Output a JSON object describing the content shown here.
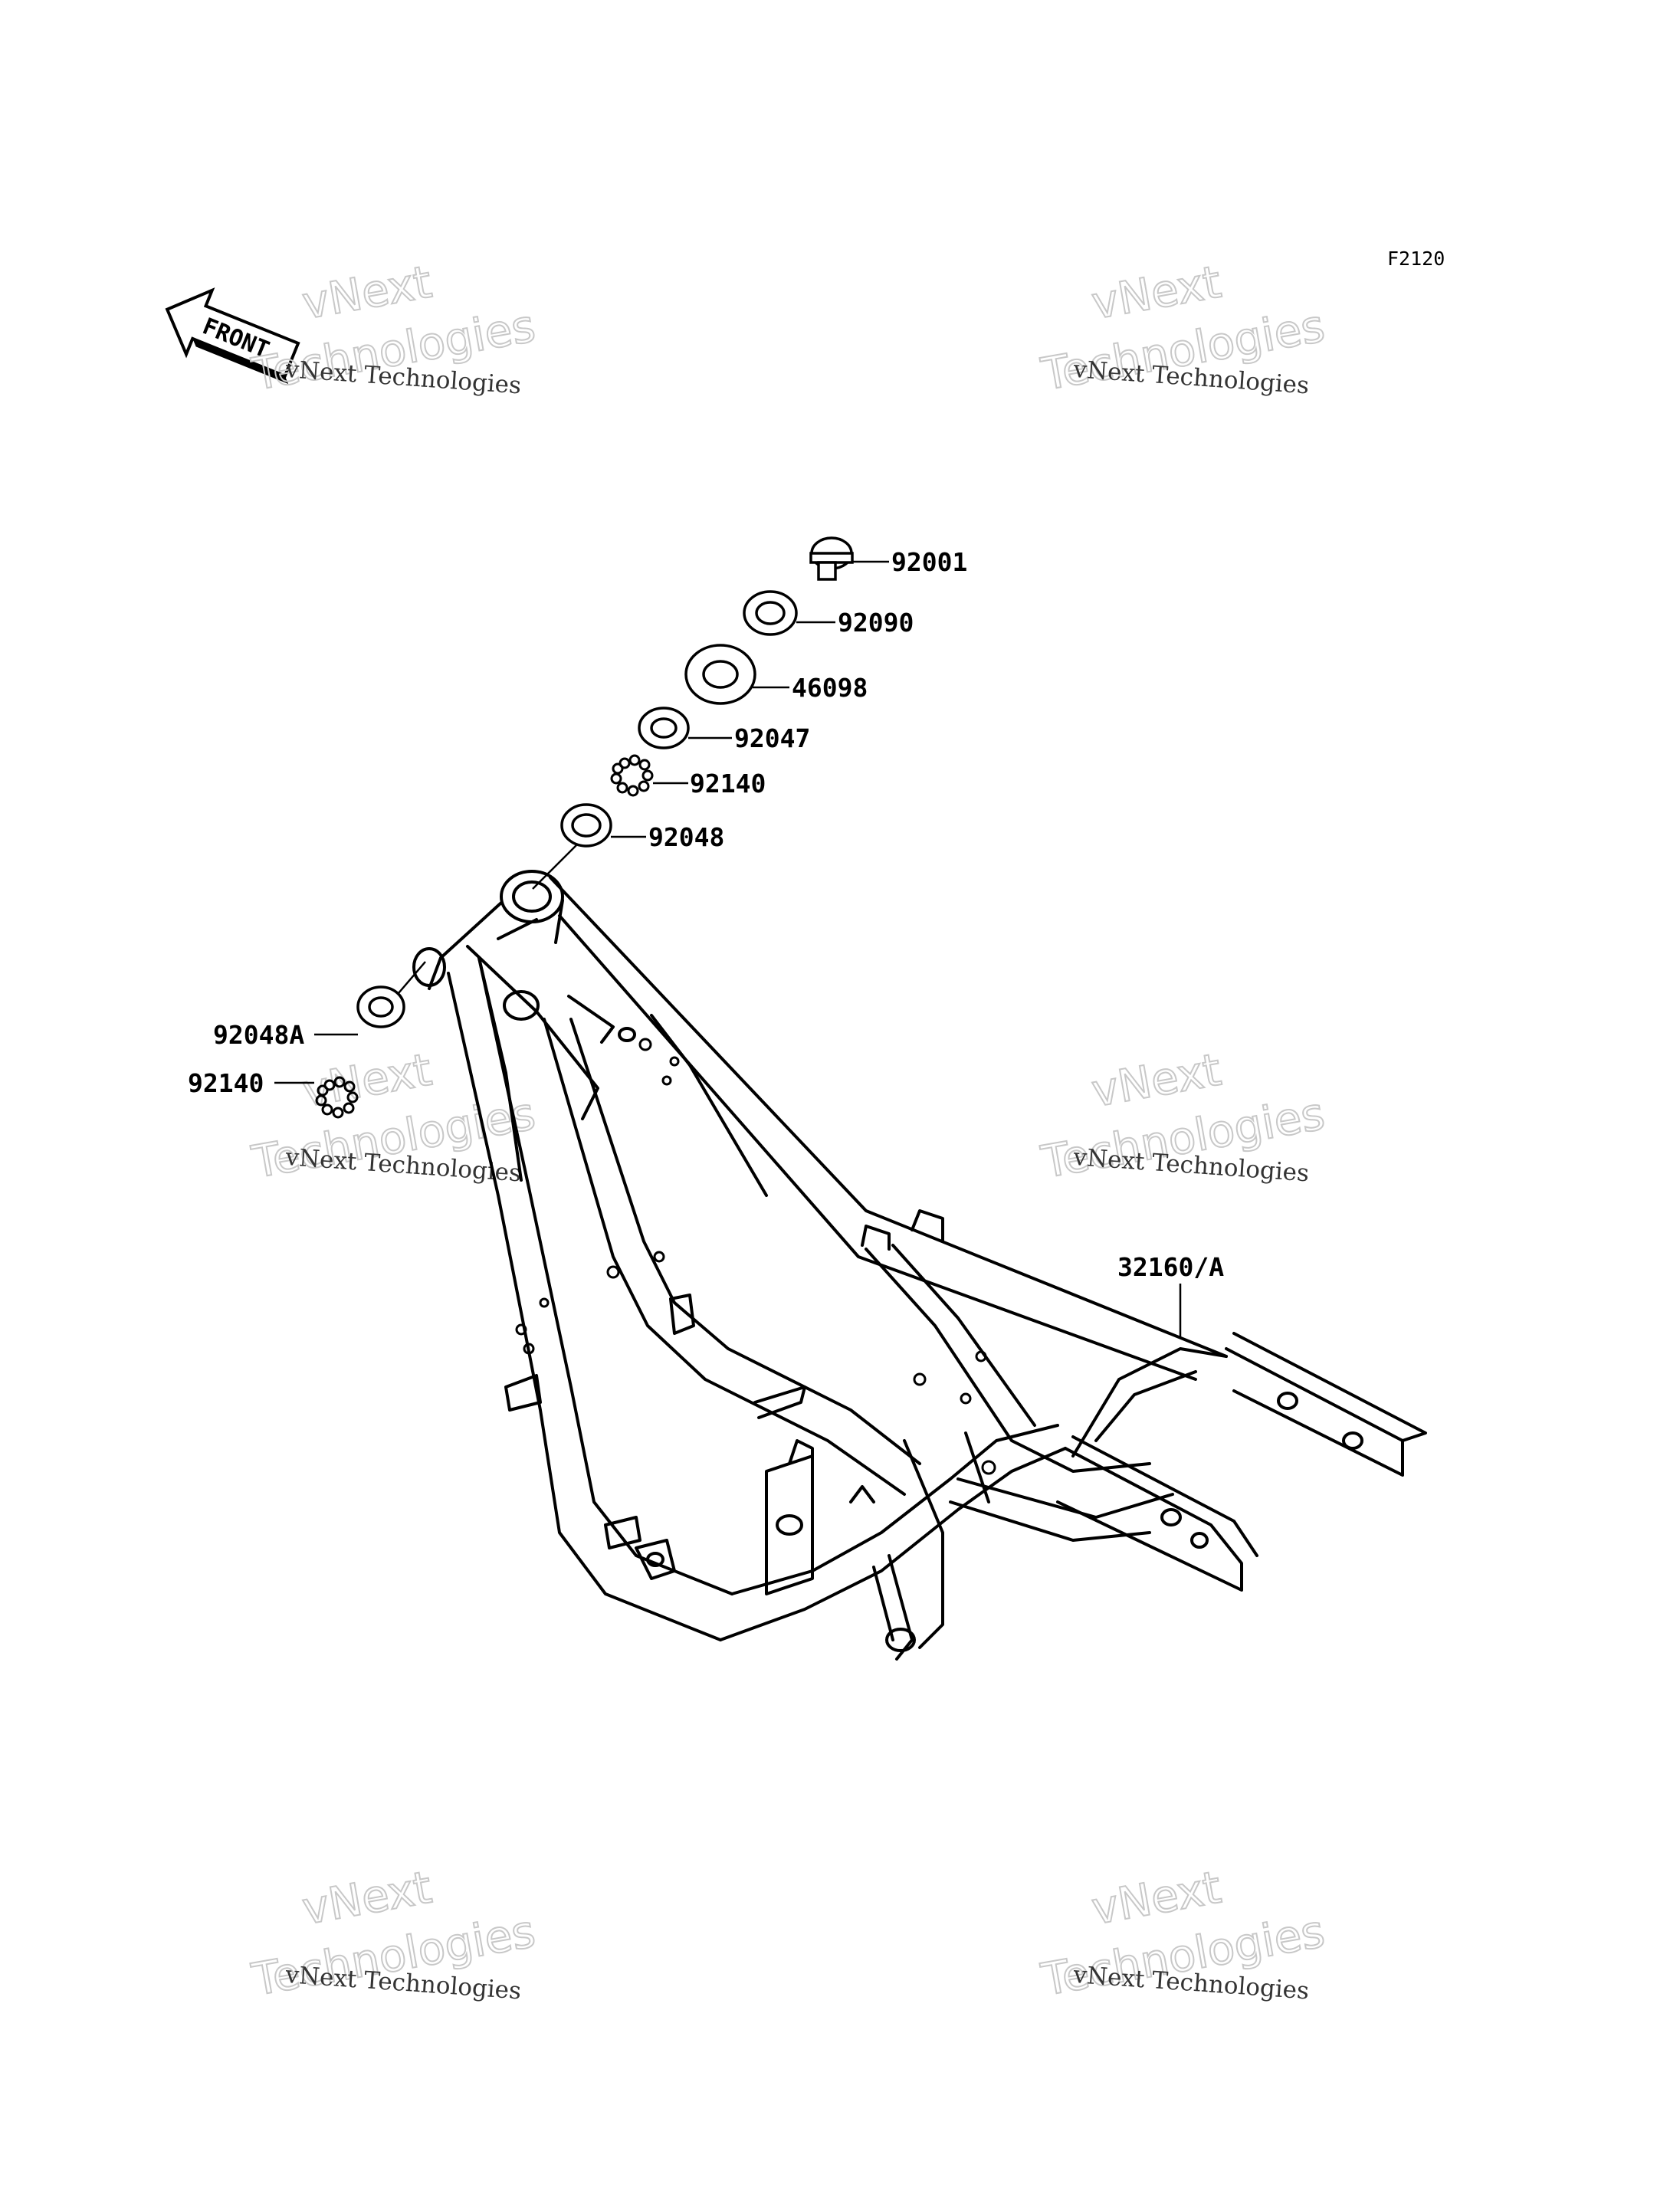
{
  "diagram_code": "F2120",
  "front_label": "FRONT",
  "watermark": {
    "line1": "vNext Technologies",
    "line2_a": "vNext",
    "line2_b": "Technologies"
  },
  "parts": [
    {
      "id": "92001",
      "label": "92001"
    },
    {
      "id": "92090",
      "label": "92090"
    },
    {
      "id": "46098",
      "label": "46098"
    },
    {
      "id": "92047",
      "label": "92047"
    },
    {
      "id": "92140-upper",
      "label": "92140"
    },
    {
      "id": "92048",
      "label": "92048"
    },
    {
      "id": "92048A",
      "label": "92048A"
    },
    {
      "id": "92140-lower",
      "label": "92140"
    },
    {
      "id": "32160A",
      "label": "32160/A"
    }
  ]
}
